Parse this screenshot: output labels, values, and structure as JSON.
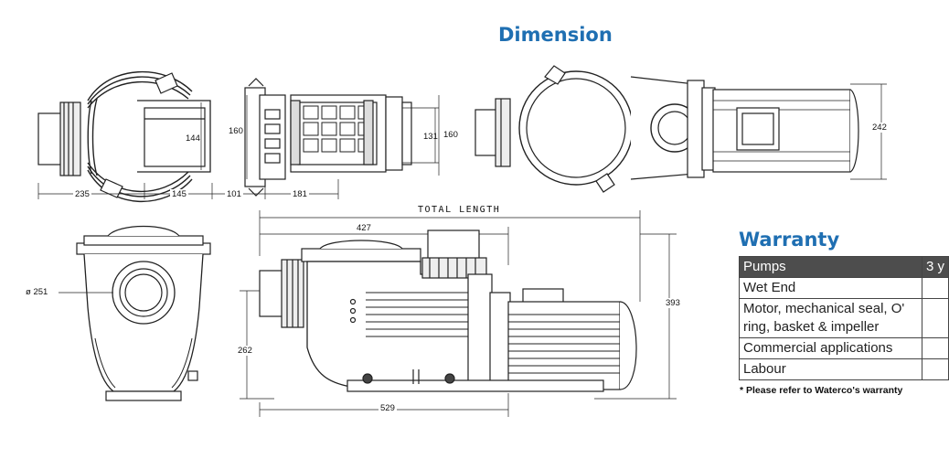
{
  "theme": {
    "accent": "#1f6fb2",
    "line": "#222222",
    "header_fill": "#4d4d4d"
  },
  "dimension": {
    "title": "Dimension",
    "top_view": {
      "d144": "144",
      "d160": "160",
      "d131": "131",
      "d160b": "160",
      "d235": "235",
      "d145": "145",
      "d101": "101",
      "d181": "181"
    },
    "end_view": {
      "d242": "242"
    },
    "front_view": {
      "d251": "ø 251"
    },
    "side_view": {
      "total_length": "TOTAL LENGTH",
      "d427": "427",
      "d393": "393",
      "d262": "262",
      "d529": "529"
    }
  },
  "warranty": {
    "title": "Warranty",
    "header": [
      "Pumps",
      "3 y"
    ],
    "rows": [
      [
        "Wet End",
        ""
      ],
      [
        "Motor, mechanical seal, O' ring, basket & impeller",
        ""
      ],
      [
        "Commercial applications",
        ""
      ],
      [
        "Labour",
        ""
      ]
    ],
    "note": "* Please refer to Waterco's warranty"
  }
}
